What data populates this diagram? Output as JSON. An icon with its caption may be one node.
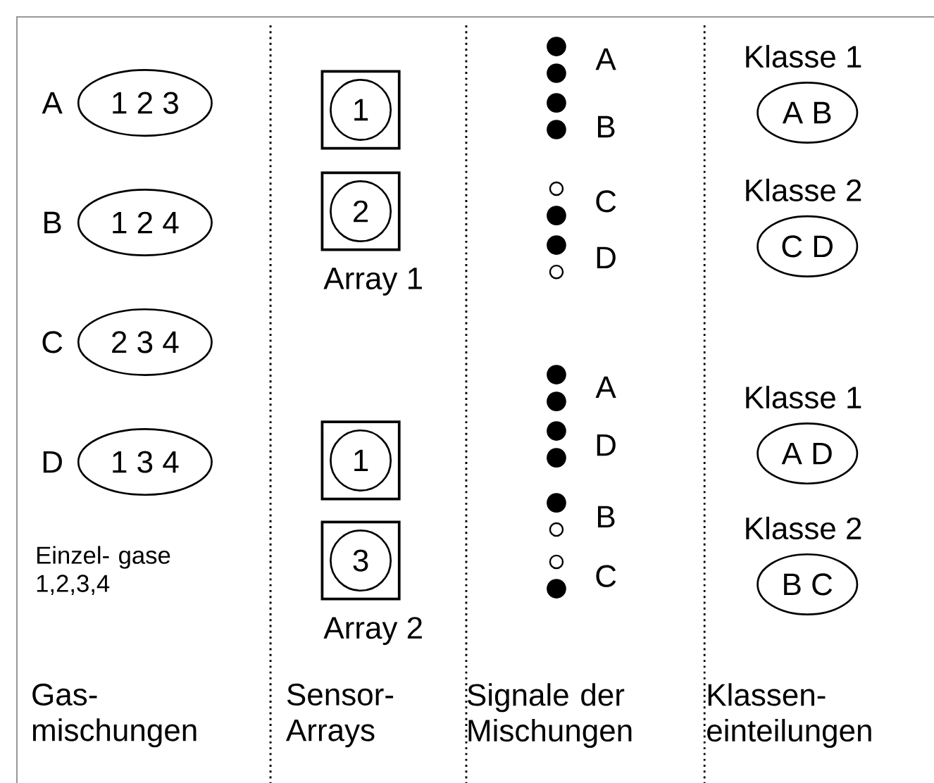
{
  "diagram": {
    "nodes": [
      {
        "text": [
          "1 2 3"
        ],
        "beside": [
          "A"
        ]
      },
      {
        "text": [
          "1 2 4"
        ],
        "beside": [
          "B"
        ]
      },
      {
        "text": [
          "2 3 4"
        ],
        "beside": [
          "C"
        ]
      },
      {
        "text": [
          "1 3 4"
        ],
        "beside": [
          "D"
        ]
      },
      {
        "text": [],
        "shape": "box"
      },
      {
        "text": [
          "1"
        ],
        "in": 4
      },
      {
        "text": [],
        "shape": "box"
      },
      {
        "text": [
          "2"
        ],
        "in": 6
      },
      {
        "text": [],
        "shape": "box"
      },
      {
        "text": [
          "1"
        ],
        "in": 8
      },
      {
        "text": [],
        "shape": "box"
      },
      {
        "text": [
          "3"
        ],
        "in": 10
      },
      {
        "text": [
          "Klasse 1",
          "A B"
        ]
      },
      {
        "text": [
          "Klasse 2",
          "C D"
        ]
      },
      {
        "text": [
          "Klasse 1",
          "A D"
        ]
      },
      {
        "text": [
          "Klasse 2",
          "B C"
        ]
      }
    ],
    "labels": [
      "A",
      "B",
      "C",
      "D",
      "Array 1",
      "A",
      "D",
      "B",
      "C",
      "Einzel- gase 1,2,3,4",
      "Array 2",
      "Gas- mischungen",
      "Sensor- Arrays",
      "Signale der Mischungen",
      "Klassen- einteilungen"
    ]
  }
}
